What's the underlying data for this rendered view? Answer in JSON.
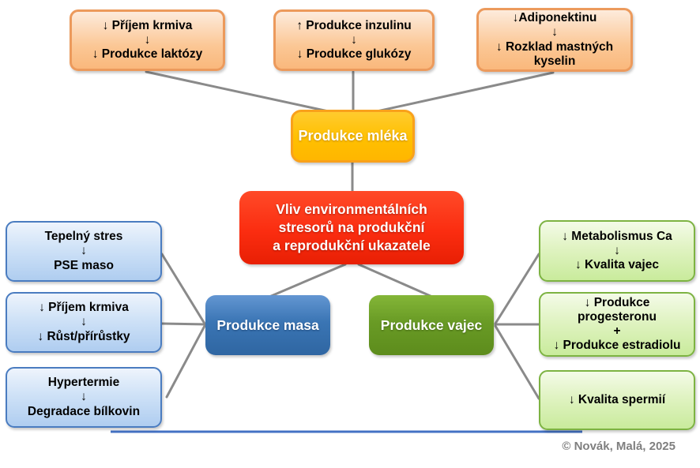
{
  "title": "Vliv environmentálních stresorů na produkční a reprodukční ukazatele",
  "colors": {
    "peach_fill": "#FBC795",
    "peach_border": "#EC9A5C",
    "milk_fill": "#FFC000",
    "milk_border": "#F9A11B",
    "center_fill": "#FB2D10",
    "light_blue_fill": "#CFE2F7",
    "light_blue_border": "#4A7CC0",
    "meat_fill": "#3A75B4",
    "eggs_fill": "#699B25",
    "light_green_fill": "#E0F3C2",
    "light_green_border": "#7DB342",
    "connector_line": "#8A8A8A",
    "bottom_rule": "#4472C4",
    "credit_text": "#7F7F7F"
  },
  "boxes": {
    "milk_factor_1": {
      "lines": [
        "↓ Příjem krmiva",
        "↓",
        "↓ Produkce laktózy"
      ]
    },
    "milk_factor_2": {
      "lines": [
        "↑ Produkce inzulinu",
        "↓",
        "↓ Produkce glukózy"
      ]
    },
    "milk_factor_3": {
      "lines": [
        "↓Adiponektinu",
        "↓",
        "↓ Rozklad mastných",
        "kyselin"
      ]
    },
    "milk": {
      "label": "Produkce mléka"
    },
    "center": {
      "lines": [
        "Vliv environmentálních",
        "stresorů na produkční",
        "a reprodukční ukazatele"
      ]
    },
    "meat": {
      "label": "Produkce masa"
    },
    "eggs": {
      "label": "Produkce vajec"
    },
    "meat_factor_1": {
      "lines": [
        "Tepelný stres",
        "↓",
        "PSE maso"
      ]
    },
    "meat_factor_2": {
      "lines": [
        "↓ Příjem krmiva",
        "↓",
        "↓ Růst/přírůstky"
      ]
    },
    "meat_factor_3": {
      "lines": [
        "Hypertermie",
        "↓",
        "Degradace bílkovin"
      ]
    },
    "egg_factor_1": {
      "lines": [
        "↓ Metabolismus Ca",
        "↓",
        "↓ Kvalita vajec"
      ]
    },
    "egg_factor_2": {
      "lines": [
        "↓ Produkce",
        "progesteronu",
        "+",
        "↓ Produkce estradiolu"
      ]
    },
    "egg_factor_3": {
      "lines": [
        "↓ Kvalita spermií"
      ]
    }
  },
  "footer": {
    "credit": "© Novák, Malá, 2025"
  }
}
